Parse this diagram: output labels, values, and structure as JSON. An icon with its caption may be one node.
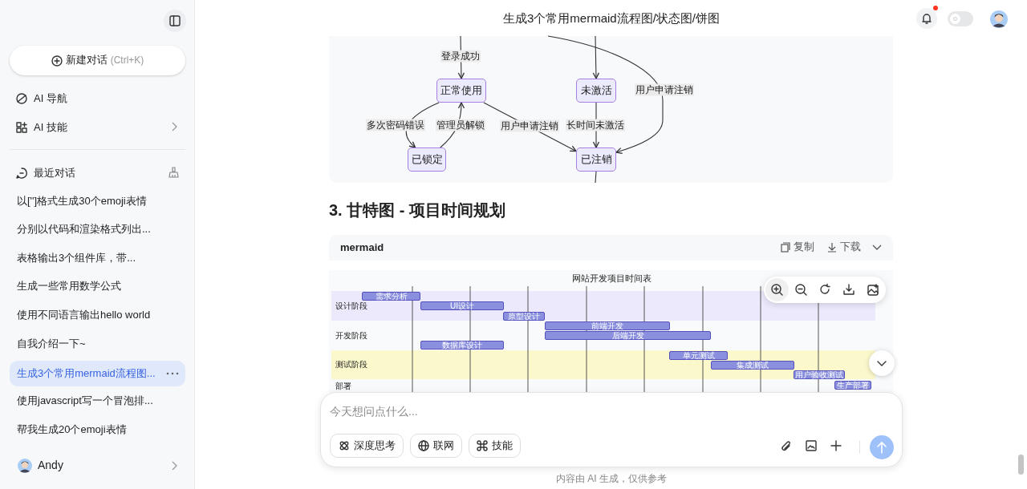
{
  "diagram": {
    "nodes": [
      {
        "text": [
          "正常使用"
        ]
      },
      {
        "text": [
          "未激活"
        ]
      },
      {
        "text": [
          "已锁定"
        ]
      },
      {
        "text": [
          "已注销"
        ]
      },
      {
        "text": [
          "设计阶段"
        ]
      },
      {
        "text": [
          "需求分析"
        ],
        "in": 4
      },
      {
        "text": [
          "UI设计"
        ],
        "in": 4
      },
      {
        "text": [
          "原型设计"
        ],
        "in": 4
      },
      {
        "text": [
          "开发阶段"
        ]
      },
      {
        "text": [
          "前端开发"
        ],
        "in": 8
      },
      {
        "text": [
          "后端开发"
        ],
        "in": 8
      },
      {
        "text": [
          "数据库设计"
        ],
        "in": 8
      },
      {
        "text": [
          "测试阶段"
        ]
      },
      {
        "text": [
          "单元测试"
        ],
        "in": 12
      },
      {
        "text": [
          "集成测试"
        ],
        "in": 12
      },
      {
        "text": [
          "用户验收测试"
        ],
        "in": 12
      },
      {
        "text": [
          "部署"
        ]
      },
      {
        "text": [
          "生产部署"
        ],
        "in": 16
      }
    ],
    "edges": [
      {
        "from": null,
        "to": 0,
        "arrow": "to",
        "label": "登录成功"
      },
      {
        "from": null,
        "to": 1,
        "arrow": "to"
      },
      {
        "from": null,
        "to": 3,
        "arrow": "to",
        "label": "用户申请注销"
      },
      {
        "from": 0,
        "to": 2,
        "arrow": "to",
        "label": "多次密码错误"
      },
      {
        "from": 2,
        "to": 0,
        "arrow": "to",
        "label": "管理员解锁"
      },
      {
        "from": 0,
        "to": 3,
        "arrow": "to",
        "label": "用户申请注销"
      },
      {
        "from": 1,
        "to": 3,
        "arrow": "to",
        "label": "长时间未激活"
      },
      {
        "from": 3,
        "to": null,
        "arrow": "none"
      }
    ],
    "labels": [
      "新建对话",
      "(Ctrl+K)",
      "AI 导航",
      "AI 技能",
      "最近对话",
      "以['']格式生成30个emoji表情",
      "分别以代码和渲染格式列出...",
      "表格输出3个组件库，带...",
      "生成一些常用数学公式",
      "使用不同语言输出hello world",
      "自我介绍一下~",
      "生成3个常用mermaid流程图...",
      "使用javascript写一个冒泡排...",
      "帮我生成20个emoji表情",
      "Andy",
      "生成3个常用mermaid流程图/状态图/饼图",
      "3. 甘特图 - 项目时间规划",
      "mermaid",
      "复制",
      "下载",
      "网站开发项目时间表",
      "今天想问点什么...",
      "深度思考",
      "联网",
      "技能",
      "内容由 AI 生成，仅供参考"
    ]
  }
}
